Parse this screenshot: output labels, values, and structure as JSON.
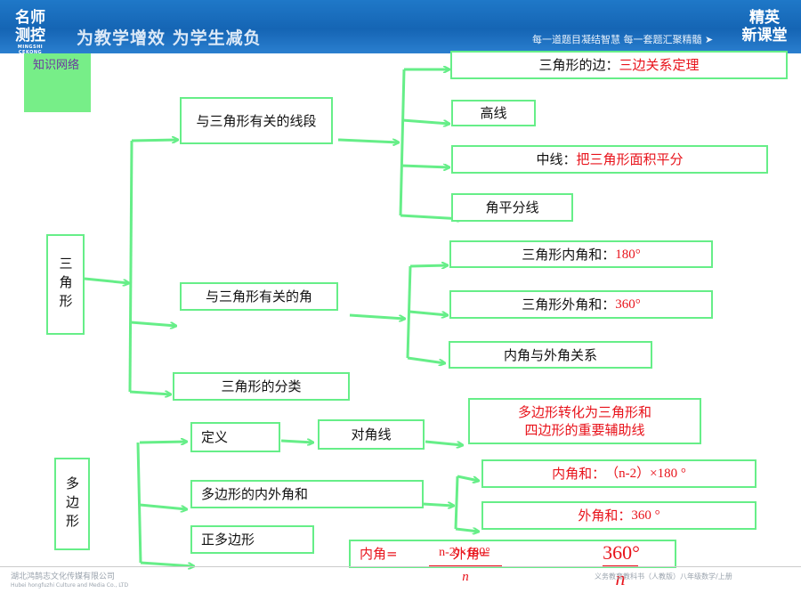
{
  "header": {
    "logo_left_line1": "名师",
    "logo_left_line2": "测控",
    "logo_left_sub": "MINGSHI CEKONG",
    "slogan": "为教学增效 为学生减负",
    "slogan_right": "每一道题目凝结智慧 每一套题汇聚精髓",
    "logo_right_line1": "精英",
    "logo_right_line2": "新课堂"
  },
  "footer": {
    "publisher_cn": "湖北鸿鹄志文化传媒有限公司",
    "publisher_en": "Hubei hongfuzhi Culture and Media Co., LTD",
    "book": "义务教育教科书（人教版）八年级数学/上册"
  },
  "title": "知识网络",
  "triangle": {
    "root": "三角形",
    "segments": {
      "label": "与三角形有关的线段",
      "side": {
        "prefix": "三角形的边：",
        "highlight": "三边关系定理"
      },
      "height": "高线",
      "median": {
        "prefix": "中线：",
        "highlight": "把三角形面积平分"
      },
      "bisector": "角平分线"
    },
    "angles": {
      "label": "与三角形有关的角",
      "interior": {
        "prefix": "三角形内角和：",
        "value": "180°"
      },
      "exterior": {
        "prefix": "三角形外角和：",
        "value": "360°"
      },
      "relation": "内角与外角关系"
    },
    "classification": "三角形的分类"
  },
  "polygon": {
    "root": "多边形",
    "definition": "定义",
    "diagonal": "对角线",
    "diagonal_note_line1": "多边形转化为三角形和",
    "diagonal_note_line2": "四边形的重要辅助线",
    "angle_sum": "多边形的内外角和",
    "interior_sum": {
      "prefix": "内角和：",
      "value": "（n-2）×180 °"
    },
    "exterior_sum": {
      "prefix": "外角和：",
      "value": "360 °"
    },
    "regular": "正多边形",
    "regular_interior": {
      "prefix": "内角=",
      "numerator": "n-2)×180°",
      "denominator": "n"
    },
    "regular_exterior": {
      "prefix": "外角=",
      "numerator": "360°",
      "denominator": "n"
    }
  }
}
